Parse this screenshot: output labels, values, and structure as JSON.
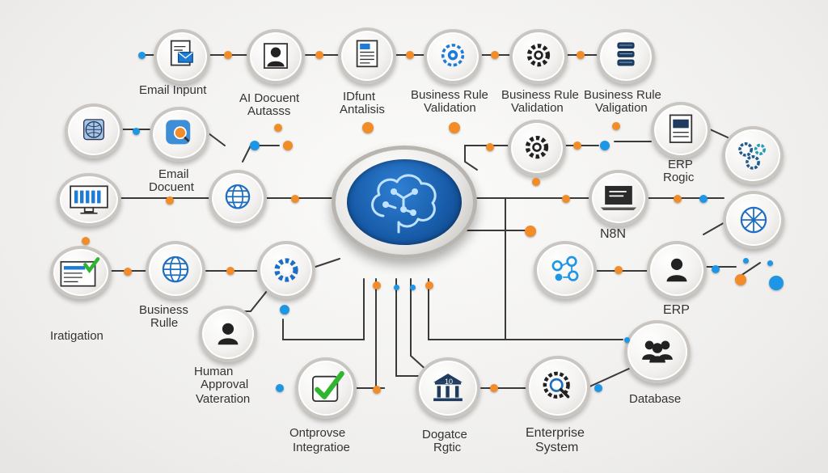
{
  "colors": {
    "accent_orange": "#f28c28",
    "accent_blue": "#1e96e6",
    "hub_blue": "#175ba8",
    "line": "#3a3a3a",
    "check_green": "#2fb52f"
  },
  "labels": {
    "email_input": "Email Inpunt",
    "ai_document": "AI   Docuent",
    "ai_document_sub": "Autasss",
    "idfunt": "IDfunt",
    "idfunt_sub": "Antalisis",
    "biz_rule_1": "Business Rule",
    "biz_rule_1_sub": "Validation",
    "biz_rule_2": "Business Rule",
    "biz_rule_2_sub": "Validation",
    "biz_rule_3": "Business Rule",
    "biz_rule_3_sub": "Valigation",
    "email_document_1": "Email",
    "email_document_2": "Docuent",
    "erp_rogic_1": "ERP",
    "erp_rogic_2": "Rogic",
    "n8n": "N8N",
    "erp": "ERP",
    "business_rule_1": "Business",
    "business_rule_2": "Rulle",
    "iratigation": "Iratigation",
    "human_1": "Human",
    "human_2": "Approval",
    "human_3": "Vateration",
    "ontprovise_1": "Ontprovse",
    "ontprovise_2": "Integratioe",
    "dogatce_1": "Dogatce",
    "dogatce_2": "Rgtic",
    "enterprise_1": "Enterprise",
    "enterprise_2": "System",
    "database": "Database"
  },
  "icons": {
    "email_input": "email-document-icon",
    "ai_document": "person-icon",
    "idfunt": "document-lines-icon",
    "biz_rule_1": "gear-badge-icon",
    "biz_rule_2": "gear-icon",
    "biz_rule_3": "database-stack-icon",
    "hub": "brain-circuit-icon",
    "globe_top": "globe-icon",
    "email_doc": "magnifier-cursor-icon",
    "monitor": "monitor-chart-icon",
    "globe_mid": "globe-icon",
    "erp_doc": "document-badge-icon",
    "gears_group": "gears-cluster-icon",
    "gear_right": "gear-icon",
    "laptop": "laptop-icon",
    "network_globe": "network-globe-icon",
    "nodes_cluster": "nodes-cluster-icon",
    "erp_person": "person-icon",
    "checklist": "checklist-icon",
    "globe_left": "globe-icon",
    "gear_left": "gear-icon",
    "human_person": "person-icon",
    "check": "checkmark-icon",
    "bank": "bank-icon",
    "search_gear": "search-gear-icon",
    "group": "people-group-icon"
  },
  "hub_badge": "10"
}
